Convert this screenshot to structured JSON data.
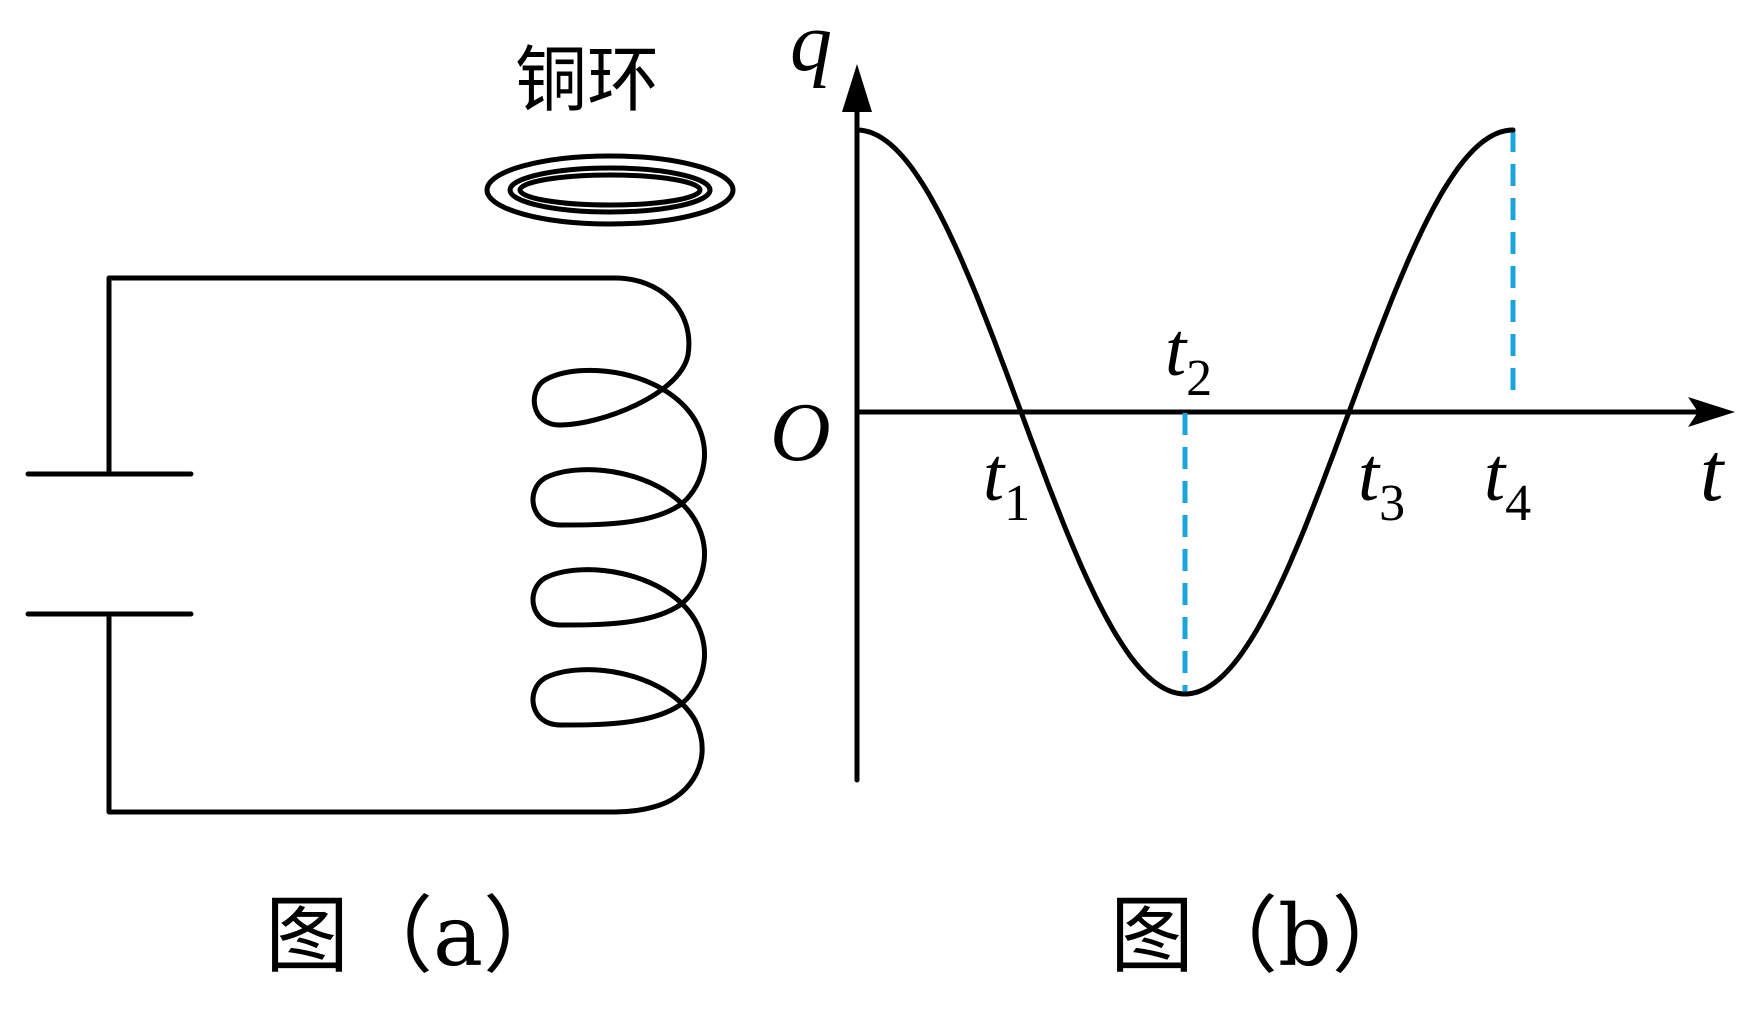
{
  "figure_a": {
    "ring_label": "铜环",
    "caption": "图（a）"
  },
  "figure_b": {
    "caption": "图（b）",
    "axis_y_label": "q",
    "axis_x_label": "t",
    "origin_label": "O",
    "tick_labels": [
      {
        "main": "t",
        "sub": "1"
      },
      {
        "main": "t",
        "sub": "2"
      },
      {
        "main": "t",
        "sub": "3"
      },
      {
        "main": "t",
        "sub": "4"
      }
    ],
    "curve": "cosine",
    "marker_color": "#1aa6dc"
  }
}
